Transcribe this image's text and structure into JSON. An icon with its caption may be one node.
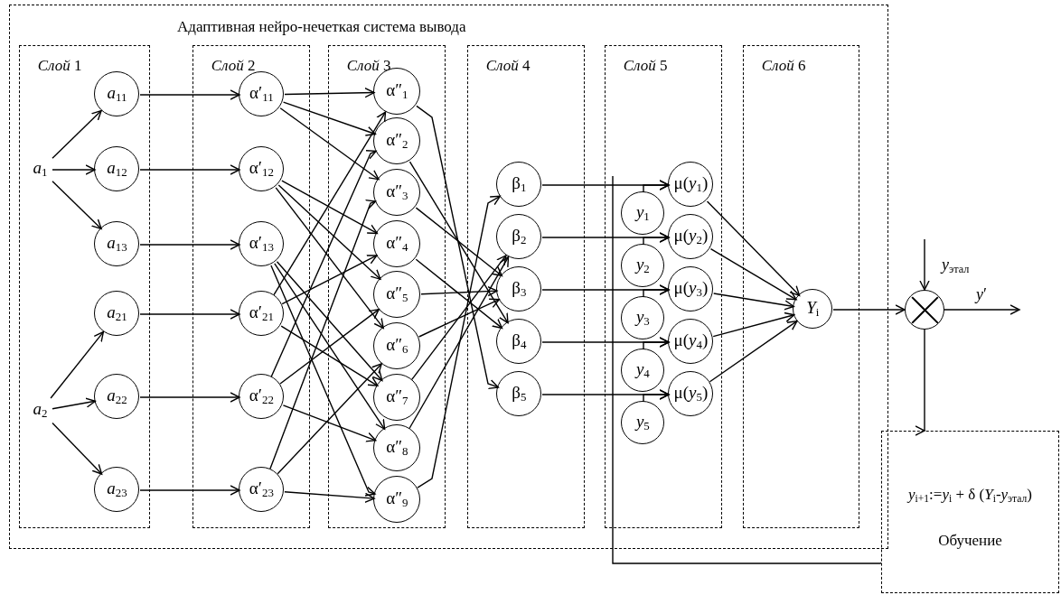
{
  "diagram": {
    "nodes": [
      {
        "text": [
          "Адаптивная нейро-нечеткая система вывода"
        ]
      },
      {
        "text": [
          "*Слой* 1"
        ],
        "in": 0
      },
      {
        "text": [
          "*Слой* 2"
        ],
        "in": 0
      },
      {
        "text": [
          "*Слой* 3"
        ],
        "in": 0
      },
      {
        "text": [
          "*Слой* 4"
        ],
        "in": 0
      },
      {
        "text": [
          "*Слой* 5"
        ],
        "in": 0
      },
      {
        "text": [
          "*Слой* 6"
        ],
        "in": 0
      },
      {
        "text": [
          "*a*$_{1}$"
        ],
        "in": 1
      },
      {
        "text": [
          "*a*$_{2}$"
        ],
        "in": 1
      },
      {
        "text": [
          "*a*$_{11}$"
        ],
        "in": 1
      },
      {
        "text": [
          "*a*$_{12}$"
        ],
        "in": 1
      },
      {
        "text": [
          "*a*$_{13}$"
        ],
        "in": 1
      },
      {
        "text": [
          "*a*$_{21}$"
        ],
        "in": 1
      },
      {
        "text": [
          "*a*$_{22}$"
        ],
        "in": 1
      },
      {
        "text": [
          "*a*$_{23}$"
        ],
        "in": 1
      },
      {
        "text": [
          "α′$_{11}$"
        ],
        "in": 2
      },
      {
        "text": [
          "α′$_{12}$"
        ],
        "in": 2
      },
      {
        "text": [
          "α′$_{13}$"
        ],
        "in": 2
      },
      {
        "text": [
          "α′$_{21}$"
        ],
        "in": 2
      },
      {
        "text": [
          "α′$_{22}$"
        ],
        "in": 2
      },
      {
        "text": [
          "α′$_{23}$"
        ],
        "in": 2
      },
      {
        "text": [
          "α″$_{1}$"
        ],
        "in": 3
      },
      {
        "text": [
          "α″$_{2}$"
        ],
        "in": 3
      },
      {
        "text": [
          "α″$_{3}$"
        ],
        "in": 3
      },
      {
        "text": [
          "α″$_{4}$"
        ],
        "in": 3
      },
      {
        "text": [
          "α″$_{5}$"
        ],
        "in": 3
      },
      {
        "text": [
          "α″$_{6}$"
        ],
        "in": 3
      },
      {
        "text": [
          "α″$_{7}$"
        ],
        "in": 3
      },
      {
        "text": [
          "α″$_{8}$"
        ],
        "in": 3
      },
      {
        "text": [
          "α″$_{9}$"
        ],
        "in": 3
      },
      {
        "text": [
          "β$_{1}$"
        ],
        "in": 4
      },
      {
        "text": [
          "β$_{2}$"
        ],
        "in": 4
      },
      {
        "text": [
          "β$_{3}$"
        ],
        "in": 4
      },
      {
        "text": [
          "β$_{4}$"
        ],
        "in": 4
      },
      {
        "text": [
          "β$_{5}$"
        ],
        "in": 4
      },
      {
        "text": [
          "*y*$_{1}$"
        ],
        "in": 5
      },
      {
        "text": [
          "*y*$_{2}$"
        ],
        "in": 5
      },
      {
        "text": [
          "*y*$_{3}$"
        ],
        "in": 5
      },
      {
        "text": [
          "*y*$_{4}$"
        ],
        "in": 5
      },
      {
        "text": [
          "*y*$_{5}$"
        ],
        "in": 5
      },
      {
        "text": [
          "μ(*y*$_{1}$)"
        ],
        "in": 5
      },
      {
        "text": [
          "μ(*y*$_{2}$)"
        ],
        "in": 5
      },
      {
        "text": [
          "μ(*y*$_{3}$)"
        ],
        "in": 5
      },
      {
        "text": [
          "μ(*y*$_{4}$)"
        ],
        "in": 5
      },
      {
        "text": [
          "μ(*y*$_{5}$)"
        ],
        "in": 5
      },
      {
        "text": [
          "*Y*$_{i}$"
        ],
        "in": 6
      },
      {
        "text": [],
        "shape": "circle"
      },
      {
        "text": [
          "*y*$_{i+1}$:=*y*$_{i}$ + δ (*Y*$_{i}$-*y*$_{этал}$)",
          "Обучение"
        ]
      }
    ],
    "edges": [
      {
        "from": 7,
        "to": 9,
        "arrow": "to"
      },
      {
        "from": 7,
        "to": 10,
        "arrow": "to"
      },
      {
        "from": 7,
        "to": 11,
        "arrow": "to"
      },
      {
        "from": 8,
        "to": 12,
        "arrow": "to"
      },
      {
        "from": 8,
        "to": 13,
        "arrow": "to"
      },
      {
        "from": 8,
        "to": 14,
        "arrow": "to"
      },
      {
        "from": 9,
        "to": 15,
        "arrow": "to"
      },
      {
        "from": 10,
        "to": 16,
        "arrow": "to"
      },
      {
        "from": 11,
        "to": 17,
        "arrow": "to"
      },
      {
        "from": 12,
        "to": 18,
        "arrow": "to"
      },
      {
        "from": 13,
        "to": 19,
        "arrow": "to"
      },
      {
        "from": 14,
        "to": 20,
        "arrow": "to"
      },
      {
        "from": 15,
        "to": 21,
        "arrow": "to"
      },
      {
        "from": 15,
        "to": 22,
        "arrow": "to"
      },
      {
        "from": 15,
        "to": 23,
        "arrow": "to"
      },
      {
        "from": 16,
        "to": 24,
        "arrow": "to"
      },
      {
        "from": 16,
        "to": 25,
        "arrow": "to"
      },
      {
        "from": 16,
        "to": 26,
        "arrow": "to"
      },
      {
        "from": 17,
        "to": 27,
        "arrow": "to"
      },
      {
        "from": 17,
        "to": 28,
        "arrow": "to"
      },
      {
        "from": 17,
        "to": 29,
        "arrow": "to"
      },
      {
        "from": 18,
        "to": 21,
        "arrow": "to"
      },
      {
        "from": 18,
        "to": 24,
        "arrow": "to"
      },
      {
        "from": 18,
        "to": 27,
        "arrow": "to"
      },
      {
        "from": 19,
        "to": 22,
        "arrow": "to"
      },
      {
        "from": 19,
        "to": 25,
        "arrow": "to"
      },
      {
        "from": 19,
        "to": 28,
        "arrow": "to"
      },
      {
        "from": 20,
        "to": 23,
        "arrow": "to"
      },
      {
        "from": 20,
        "to": 26,
        "arrow": "to"
      },
      {
        "from": 20,
        "to": 29,
        "arrow": "to"
      },
      {
        "from": 21,
        "to": 34,
        "arrow": "to"
      },
      {
        "from": 22,
        "to": 33,
        "arrow": "to"
      },
      {
        "from": 23,
        "to": 32,
        "arrow": "to"
      },
      {
        "from": 24,
        "to": 33,
        "arrow": "to"
      },
      {
        "from": 25,
        "to": 32,
        "arrow": "to"
      },
      {
        "from": 26,
        "to": 32,
        "arrow": "to"
      },
      {
        "from": 27,
        "to": 31,
        "arrow": "to"
      },
      {
        "from": 28,
        "to": 31,
        "arrow": "to"
      },
      {
        "from": 29,
        "to": 30,
        "arrow": "to"
      },
      {
        "from": 30,
        "to": 40,
        "arrow": "to"
      },
      {
        "from": 31,
        "to": 41,
        "arrow": "to"
      },
      {
        "from": 32,
        "to": 42,
        "arrow": "to"
      },
      {
        "from": 33,
        "to": 43,
        "arrow": "to"
      },
      {
        "from": 34,
        "to": 44,
        "arrow": "to"
      },
      {
        "from": 35,
        "to": 40,
        "arrow": "to"
      },
      {
        "from": 36,
        "to": 41,
        "arrow": "to"
      },
      {
        "from": 37,
        "to": 42,
        "arrow": "to"
      },
      {
        "from": 38,
        "to": 43,
        "arrow": "to"
      },
      {
        "from": 39,
        "to": 44,
        "arrow": "to"
      },
      {
        "from": 40,
        "to": 45,
        "arrow": "to"
      },
      {
        "from": 41,
        "to": 45,
        "arrow": "to"
      },
      {
        "from": 42,
        "to": 45,
        "arrow": "to"
      },
      {
        "from": 43,
        "to": 45,
        "arrow": "to"
      },
      {
        "from": 44,
        "to": 45,
        "arrow": "to"
      },
      {
        "from": 45,
        "to": 46,
        "arrow": "to"
      },
      {
        "from": null,
        "to": 46,
        "arrow": "to",
        "label": "*y*$_{этал}$"
      },
      {
        "from": 46,
        "to": null,
        "arrow": "to",
        "label": "*y*′"
      },
      {
        "from": 46,
        "to": 47,
        "arrow": "to"
      },
      {
        "from": 47,
        "to": 5,
        "arrow": "none"
      }
    ]
  }
}
